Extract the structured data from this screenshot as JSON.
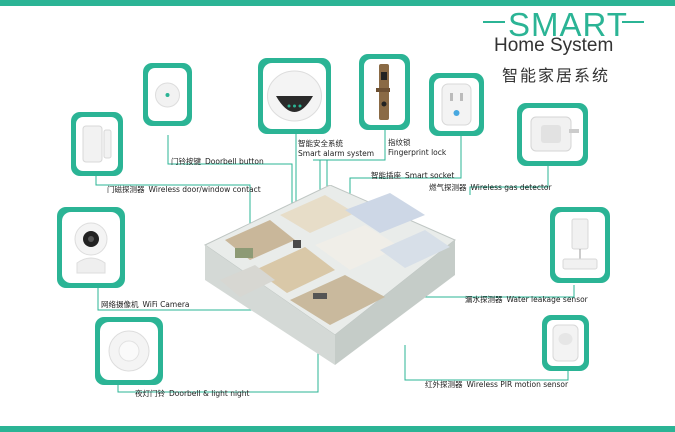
{
  "colors": {
    "accent": "#2bb495",
    "text": "#222222",
    "card_inner": "#ffffff"
  },
  "header": {
    "title": "SMART",
    "subtitle": "Home System",
    "subtitle_cn": "智能家居系统"
  },
  "devices": [
    {
      "id": "doorbell",
      "icon": "doorbell-icon",
      "cn": "门铃按键",
      "en": "Doorbell button"
    },
    {
      "id": "alarm",
      "icon": "alarm-hub-icon",
      "cn": "智能安全系统",
      "en": "Smart alarm system"
    },
    {
      "id": "lock",
      "icon": "fingerprint-lock-icon",
      "cn": "指纹锁",
      "en": "Fingerprint lock"
    },
    {
      "id": "socket",
      "icon": "smart-socket-icon",
      "cn": "智能插座",
      "en": "Smart socket"
    },
    {
      "id": "gas",
      "icon": "gas-detector-icon",
      "cn": "燃气探测器",
      "en": "Wireless gas detector"
    },
    {
      "id": "door",
      "icon": "door-contact-icon",
      "cn": "门磁探测器",
      "en": "Wireless door/window contact"
    },
    {
      "id": "camera",
      "icon": "wifi-camera-icon",
      "cn": "网络摄像机",
      "en": "WiFi Camera"
    },
    {
      "id": "water",
      "icon": "water-leak-icon",
      "cn": "漏水探测器",
      "en": "Water leakage sensor"
    },
    {
      "id": "nightlight",
      "icon": "doorbell-light-icon",
      "cn": "夜灯门铃",
      "en": "Doorbell & light night"
    },
    {
      "id": "pir",
      "icon": "pir-sensor-icon",
      "cn": "红外探测器",
      "en": "Wireless PIR motion sensor"
    }
  ]
}
